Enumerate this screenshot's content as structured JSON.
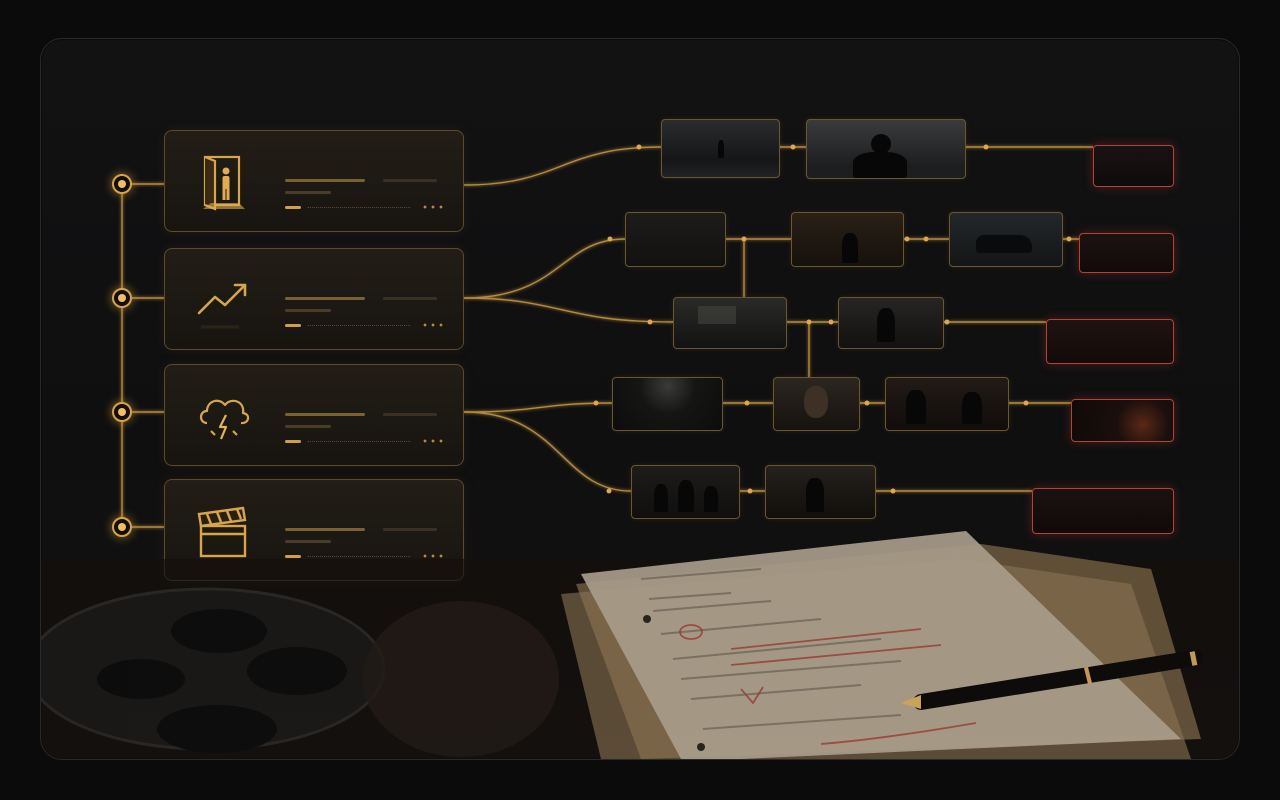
{
  "canvas": {
    "background": "#0b0b0c",
    "accent": "#d6a443",
    "alert_accent": "#b0443a"
  },
  "timeline": {
    "nodes": [
      {
        "id": "node-1",
        "icon": "open-door-figure-icon"
      },
      {
        "id": "node-2",
        "icon": "trending-up-icon"
      },
      {
        "id": "node-3",
        "icon": "storm-cloud-lightning-icon"
      },
      {
        "id": "node-4",
        "icon": "clapperboard-icon"
      }
    ]
  },
  "storyboard": {
    "rows": [
      {
        "frames": [
          "rainy-alley",
          "figure-in-rain",
          "red-alert-frame"
        ]
      },
      {
        "frames": [
          "dark-room",
          "lamp-lit-room",
          "parked-car",
          "red-alert-frame"
        ]
      },
      {
        "frames": [
          "window-scene",
          "seated-figure",
          "red-alert-frame"
        ]
      },
      {
        "frames": [
          "street-light",
          "man-closeup",
          "two-figures",
          "red-alert-frame"
        ]
      },
      {
        "frames": [
          "group-scene",
          "bar-scene",
          "red-alert-frame"
        ]
      }
    ]
  },
  "props": {
    "items": [
      "film-reel",
      "script-pages",
      "fountain-pen"
    ]
  }
}
